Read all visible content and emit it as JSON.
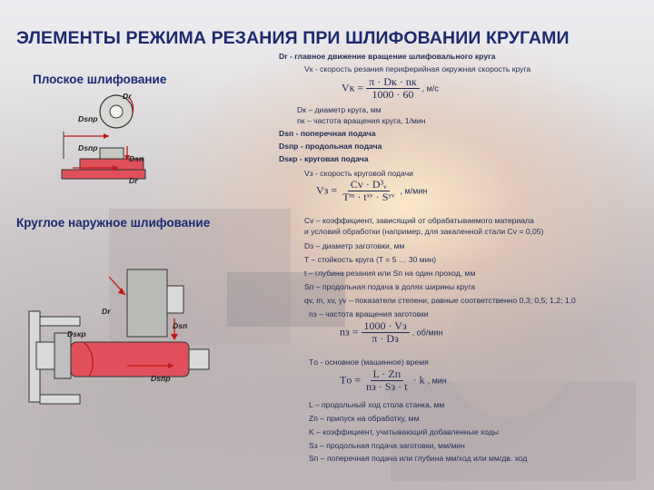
{
  "title": "ЭЛЕМЕНТЫ РЕЖИМА РЕЗАНИЯ ПРИ ШЛИФОВАНИИ КРУГАМИ",
  "section_flat": "Плоское шлифование",
  "section_round": "Круглое наружное шлифование",
  "diagram_labels": {
    "dr": "Dr",
    "dspr": "Dsпр",
    "dsn": "Dsп",
    "dskr": "Dsкр"
  },
  "lines": {
    "l1": "Dr - главное движение вращение шлифовального круга",
    "l2": "Vк - скорость резания периферийная окружная скорость круга",
    "vk_lhs": "Vк =",
    "vk_num": "π · Dк · nк",
    "vk_den": "1000 · 60",
    "vk_unit": ", м/с",
    "l3": "Dк – диаметр круга, мм",
    "l4": "nк – частота вращения круга, 1/мин",
    "l5": "Dsп - поперечная подача",
    "l6": "Dsпр - продольная подача",
    "l7": "Dsкр - круговая подача",
    "l8": "Vз - скорость круговой подачи",
    "v3_lhs": "Vз =",
    "v3_num": "Cv · D³ᵥ",
    "v3_den": "Tᵐ · tˣᵛ · Sʸᵛ",
    "v3_unit": ", м/мин",
    "l9": "Cv – коэффициент, зависящий от обрабатываемого материала",
    "l10": "и условий обработки (например, для закаленной стали Cv = 0,05)",
    "l11": "Dз – диаметр заготовки, мм",
    "l12": "T – стойкость круга (T = 5 … 30 мин)",
    "l13": "t – глубина резания или Sп на один проход, мм",
    "l14": "Sп – продольная подача в долях ширины круга",
    "l15": "qv, m, xv, yv – показатели степени, равные соответственно 0,3; 0,5; 1,2; 1,0",
    "l16": "nз – частота вращения заготовки",
    "n3_lhs": "nз =",
    "n3_num": "1000 · Vз",
    "n3_den": "π · Dз",
    "n3_unit": ", об/мин",
    "l17": "Tо - основное (машинное) время",
    "to_lhs": "Tо =",
    "to_num": "L · Zп",
    "to_den": "nз · Sз · t",
    "to_k": "· k",
    "to_unit": ", мин",
    "l18": "L – продольный ход стола станка, мм",
    "l19": "Zп – припуск на обработку, мм",
    "l20": "K – коэффициент, учитывающий добавленные ходы",
    "l21": "Sз – продольная подача заготовки, мм/мин",
    "l22": "Sп – поперечная подача или глубина мм/ход или мм/дв. ход"
  },
  "colors": {
    "title": "#1c2a6e",
    "workpiece": "#e0505a",
    "wheel": "#b9bcb6",
    "arrow": "#c01818"
  }
}
